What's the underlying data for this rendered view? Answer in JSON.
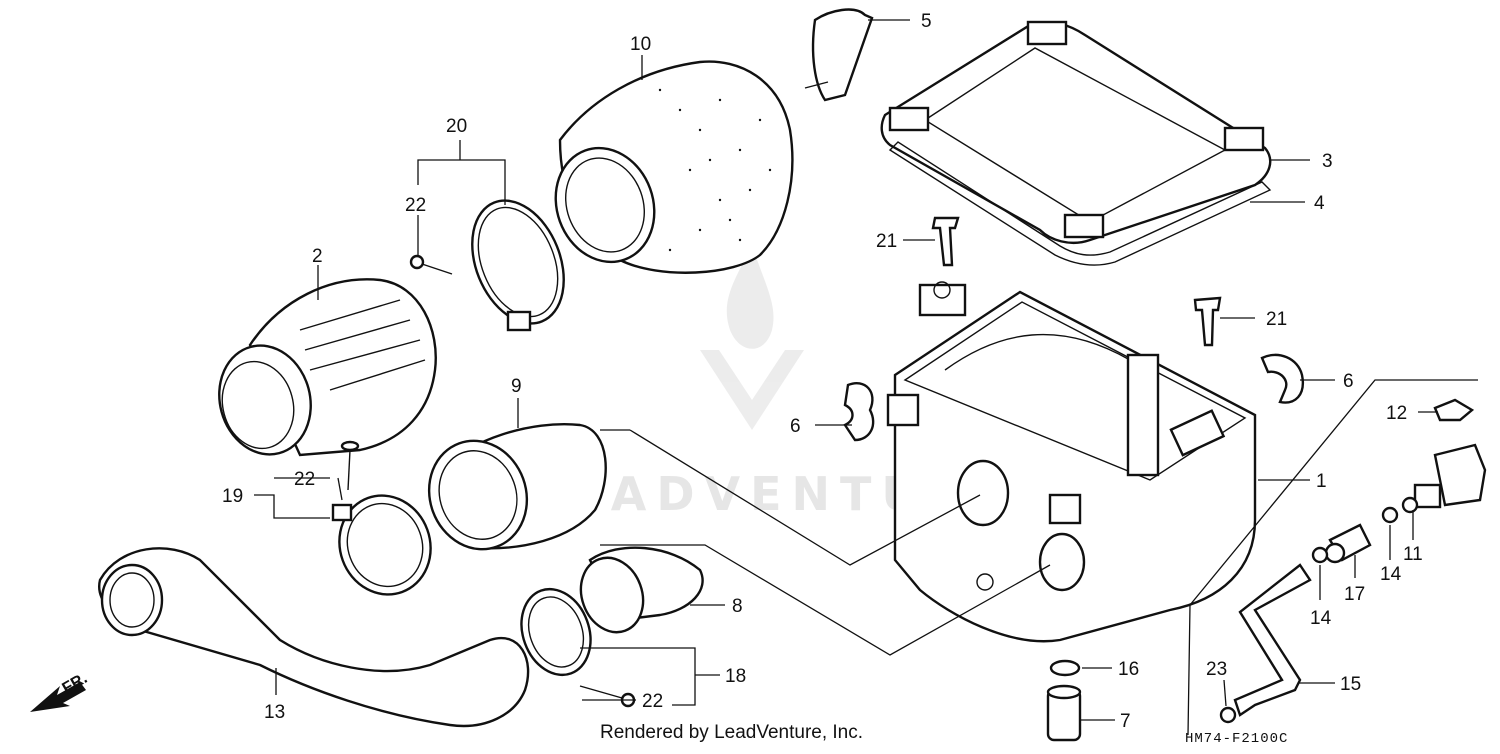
{
  "diagram": {
    "callouts": {
      "c1": "1",
      "c2": "2",
      "c3": "3",
      "c4": "4",
      "c5": "5",
      "c6a": "6",
      "c6b": "6",
      "c7": "7",
      "c8": "8",
      "c9": "9",
      "c10": "10",
      "c11": "11",
      "c12": "12",
      "c13": "13",
      "c14a": "14",
      "c14b": "14",
      "c15": "15",
      "c16": "16",
      "c17": "17",
      "c18": "18",
      "c19": "19",
      "c20": "20",
      "c21a": "21",
      "c21b": "21",
      "c22a": "22",
      "c22b": "22",
      "c22c": "22",
      "c23": "23"
    },
    "direction_label": "FR.",
    "diagram_code": "HM74-F2100C",
    "credit": "Rendered by LeadVenture, Inc.",
    "watermark": "LEADVENTURE"
  }
}
